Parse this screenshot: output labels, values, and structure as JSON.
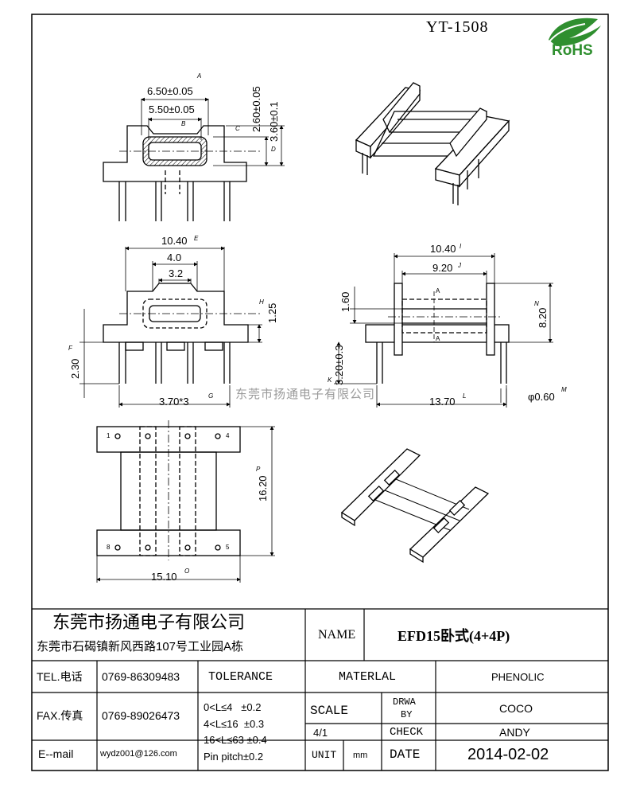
{
  "header": {
    "part_no": "YT-1508",
    "logo_text": "RoHS"
  },
  "dims": {
    "d1": "6.50±0.05",
    "d1_tag": "A",
    "d2": "5.50±0.05",
    "d2_tag": "B",
    "d3": "2.60±0.05",
    "d3_tag": "C",
    "d4": "3.60±0.1",
    "d4_tag": "D",
    "d5": "10.40",
    "d5_tag": "E",
    "d6": "4.0",
    "d7": "3.2",
    "d8": "1.25",
    "d8_tag": "H",
    "d9": "2.30",
    "d9_tag": "F",
    "d10": "3.70*3",
    "d10_tag": "G",
    "d11": "10.40",
    "d11_tag": "I",
    "d12": "9.20",
    "d12_tag": "J",
    "d13": "1.60",
    "d14": "8.20",
    "d14_tag": "N",
    "d15": "3.20±0.3",
    "d15_tag": "K",
    "d16": "13.70",
    "d16_tag": "L",
    "d17": "φ0.60",
    "d17_tag": "M",
    "d18": "16.20",
    "d18_tag": "P",
    "d19": "15.10",
    "d19_tag": "O",
    "section_a": "A",
    "pin1": "1",
    "pin4": "4",
    "pin8": "8",
    "pin5": "5"
  },
  "watermark": "东莞市扬通电子有限公司",
  "title_block": {
    "company_name": "东莞市扬通电子有限公司",
    "company_address": "东莞市石碣镇新风西路107号工业园A栋",
    "name_label": "NAME",
    "name_value": "EFD15卧式(4+4P)",
    "tel_label": "TEL.电话",
    "tel_value": "0769-86309483",
    "fax_label": "FAX.传真",
    "fax_value": "0769-89026473",
    "email_label": "E--mail",
    "email_value": "wydz001@126.com",
    "tolerance_label": "TOLERANCE",
    "tol1": "0<L≤4   ±0.2",
    "tol2": "4<L≤16  ±0.3",
    "tol3": "16<L≤63 ±0.4",
    "tol4": "Pin pitch±0.2",
    "material_label": "MATERLAL",
    "material_value": "PHENOLIC",
    "scale_label": "SCALE",
    "scale_value": "4/1",
    "unit_label": "UNIT",
    "unit_value": "mm",
    "drawn_label_1": "DRWA",
    "drawn_label_2": "BY",
    "drawn_value": "COCO",
    "check_label": "CHECK",
    "check_value": "ANDY",
    "date_label": "DATE",
    "date_value": "2014-02-02"
  }
}
